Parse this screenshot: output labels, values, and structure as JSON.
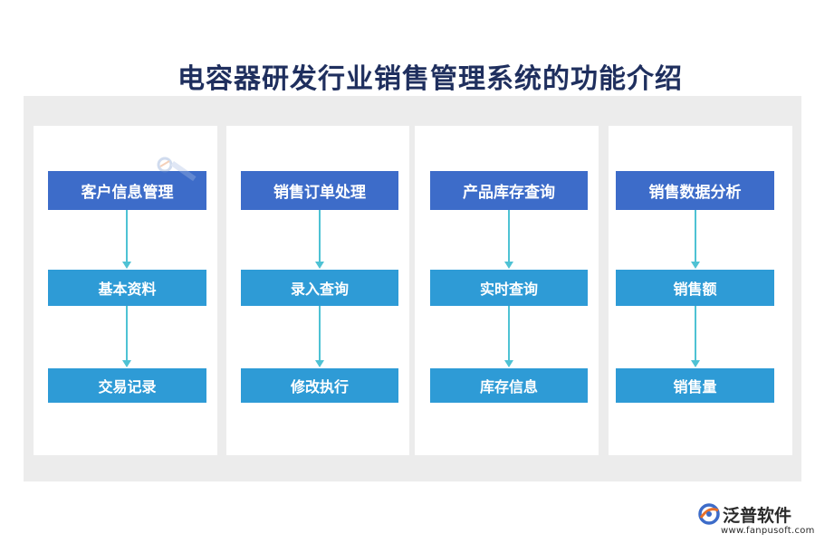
{
  "title": "电容器研发行业销售管理系统的功能介绍",
  "columns": [
    {
      "header": "客户信息管理",
      "items": [
        "基本资料",
        "交易记录"
      ]
    },
    {
      "header": "销售订单处理",
      "items": [
        "录入查询",
        "修改执行"
      ]
    },
    {
      "header": "产品库存查询",
      "items": [
        "实时查询",
        "库存信息"
      ]
    },
    {
      "header": "销售数据分析",
      "items": [
        "销售额",
        "销售量"
      ]
    }
  ],
  "logo": {
    "brand": "泛普软件",
    "url": "www.fanpusoft.com"
  },
  "colors": {
    "header_box": "#3d6cc9",
    "sub_box": "#2e9bd6",
    "arrow": "#4ec2d4",
    "panel_bg": "#ececec",
    "title": "#1f2f5e"
  }
}
